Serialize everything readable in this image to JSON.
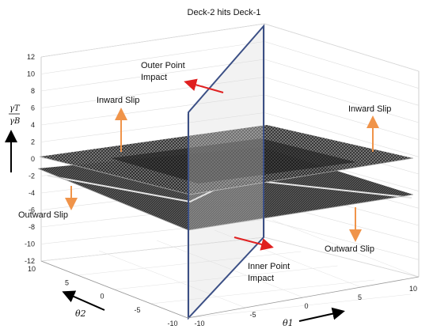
{
  "title": "Deck-2 hits Deck-1",
  "chart_data": {
    "type": "surface",
    "title": "Deck-2 hits Deck-1",
    "z_axis": {
      "range": [
        -12,
        12
      ],
      "ticks": [
        "12",
        "10",
        "8",
        "6",
        "4",
        "2",
        "0",
        "-2",
        "-4",
        "-6",
        "-8",
        "-10",
        "-12"
      ],
      "label_num": "γT",
      "label_den": "γB"
    },
    "x_axis": {
      "range": [
        -10,
        10
      ],
      "ticks": [
        "-10",
        "-5",
        "0",
        "5",
        "10"
      ],
      "label": "θ1"
    },
    "y_axis": {
      "range": [
        -10,
        10
      ],
      "ticks": [
        "10",
        "5",
        "0",
        "-5",
        "-10"
      ],
      "label": "θ2"
    },
    "surfaces": [
      {
        "name": "upper",
        "level": 0
      },
      {
        "name": "lower",
        "level": -4
      }
    ],
    "plane": {
      "label": "Deck-2 hits Deck-1"
    },
    "annotations": [
      {
        "id": "outer",
        "text": "Outer Point\nImpact",
        "lines": [
          "Outer Point",
          "Impact"
        ]
      },
      {
        "id": "inward_left",
        "text": "Inward Slip"
      },
      {
        "id": "inward_right",
        "text": "Inward Slip"
      },
      {
        "id": "outward_left",
        "text": "Outward Slip"
      },
      {
        "id": "outward_right",
        "text": "Outward Slip"
      },
      {
        "id": "inner",
        "text": "Inner Point\nImpact",
        "lines": [
          "Inner Point",
          "Impact"
        ]
      }
    ]
  }
}
